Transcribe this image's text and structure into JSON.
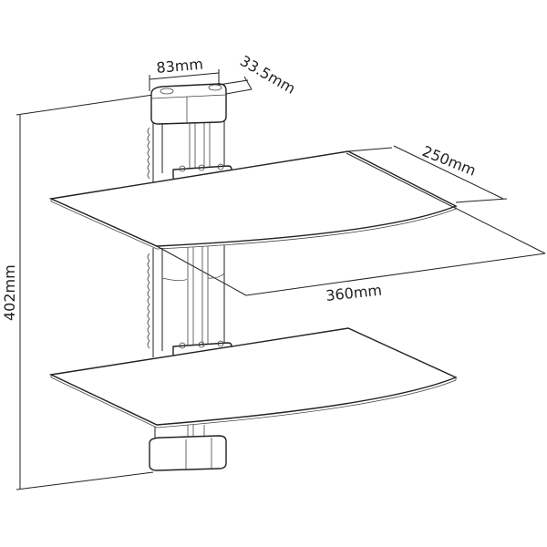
{
  "diagram": {
    "subject": "Two-tier glass wall-mounted shelf",
    "line_color": "#222222",
    "background": "#ffffff",
    "dimensions": {
      "bracket_width": "83mm",
      "bracket_depth": "33.5mm",
      "shelf_depth": "250mm",
      "shelf_width": "360mm",
      "total_height": "402mm"
    }
  }
}
